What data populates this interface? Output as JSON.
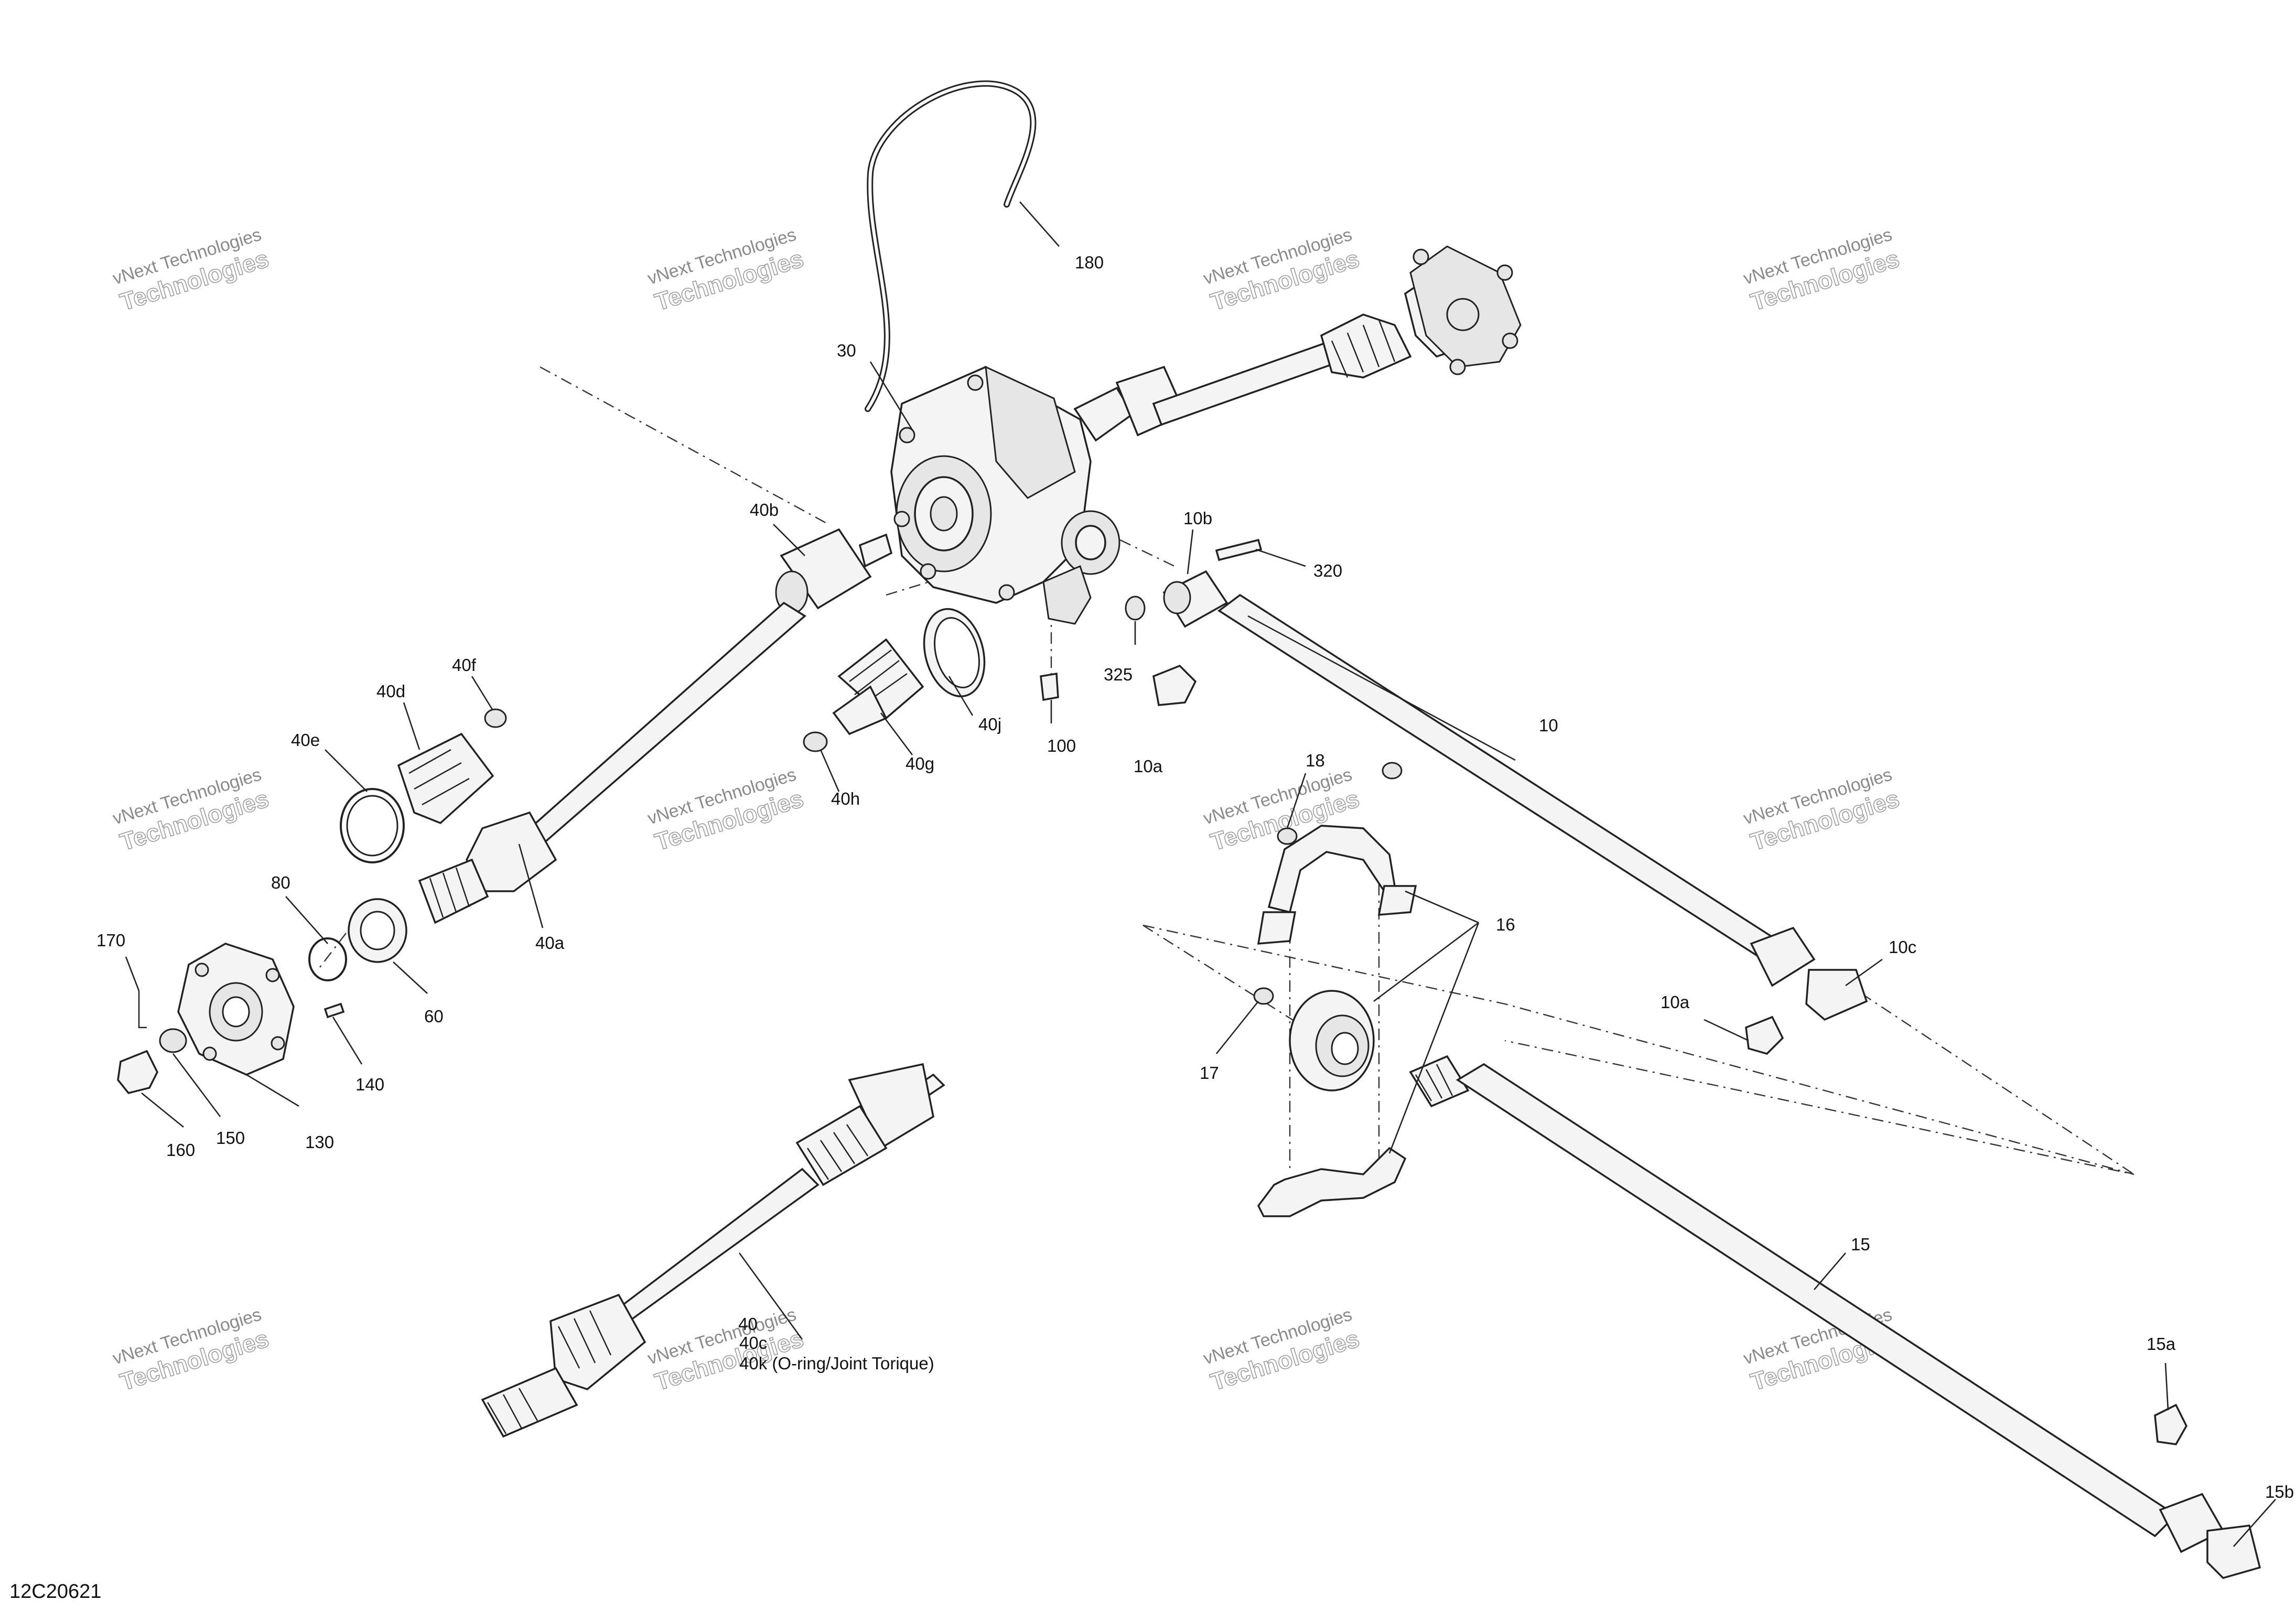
{
  "document_id": "12C20621",
  "watermark": {
    "line1": "vNext Technologies",
    "line2": "Technologies"
  },
  "callouts": {
    "c180": "180",
    "c30": "30",
    "c40b": "40b",
    "c10b": "10b",
    "c320": "320",
    "c325": "325",
    "c100": "100",
    "c10a_top": "10a",
    "c40j": "40j",
    "c40g": "40g",
    "c40h": "40h",
    "c40f": "40f",
    "c40d": "40d",
    "c40e": "40e",
    "c40a": "40a",
    "c80": "80",
    "c170": "170",
    "c60": "60",
    "c140": "140",
    "c150": "150",
    "c130": "130",
    "c160": "160",
    "c10": "10",
    "c18": "18",
    "c16": "16",
    "c17": "17",
    "c10c": "10c",
    "c10a_bottom": "10a",
    "c15": "15",
    "c15a": "15a",
    "c15b": "15b",
    "c40": "40",
    "c40c": "40c",
    "c40k": "40k (O-ring/Joint Torique)"
  }
}
